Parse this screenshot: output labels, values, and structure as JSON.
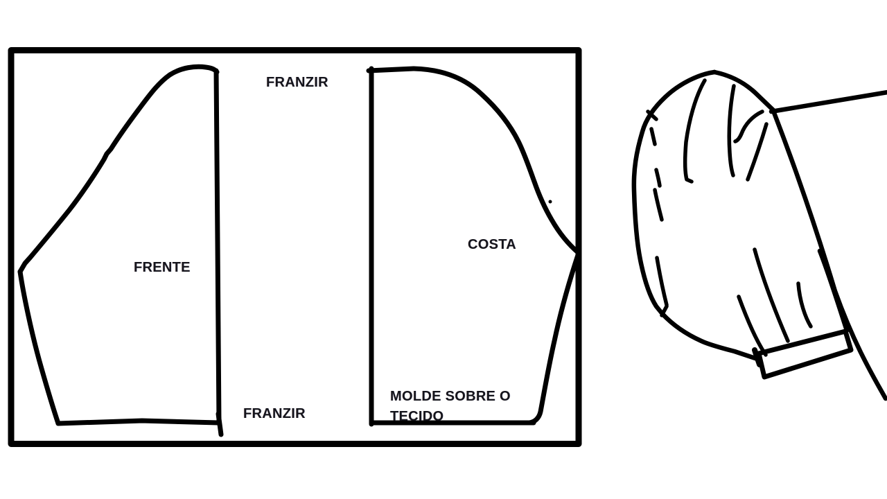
{
  "diagram": {
    "title_context": "sewing-pattern-sketch",
    "colors": {
      "ink": "#000000",
      "text": "#15151c",
      "background": "#ffffff"
    },
    "labels": {
      "franzir_top": "FRANZIR",
      "frente": "FRENTE",
      "costa": "COSTA",
      "franzir_bottom": "FRANZIR",
      "molde_line1": "MOLDE SOBRE O",
      "molde_line2": "TECIDO"
    }
  }
}
